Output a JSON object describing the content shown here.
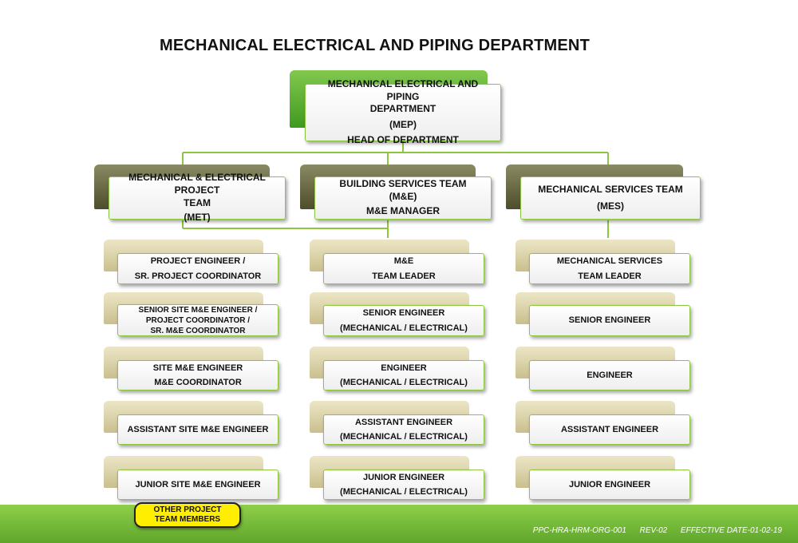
{
  "title": "MECHANICAL ELECTRICAL AND PIPING DEPARTMENT",
  "head": {
    "lines": [
      "MECHANICAL ELECTRICAL AND PIPING",
      "DEPARTMENT",
      "(MEP)",
      "HEAD OF DEPARTMENT"
    ]
  },
  "teams": [
    {
      "lines": [
        "MECHANICAL & ELECTRICAL PROJECT",
        "TEAM",
        "(MET)"
      ]
    },
    {
      "lines": [
        "BUILDING SERVICES TEAM",
        "(M&E)",
        "M&E MANAGER"
      ]
    },
    {
      "lines": [
        "MECHANICAL SERVICES TEAM",
        "(MES)"
      ]
    }
  ],
  "columns": [
    {
      "roles": [
        {
          "lines": [
            "PROJECT ENGINEER /",
            "SR. PROJECT COORDINATOR"
          ]
        },
        {
          "lines": [
            "SENIOR SITE M&E ENGINEER /",
            "PROJECT COORDINATOR /",
            "SR. M&E COORDINATOR"
          ]
        },
        {
          "lines": [
            "SITE M&E ENGINEER",
            "M&E COORDINATOR"
          ]
        },
        {
          "lines": [
            "ASSISTANT SITE M&E ENGINEER"
          ]
        },
        {
          "lines": [
            "JUNIOR SITE M&E ENGINEER"
          ]
        }
      ]
    },
    {
      "roles": [
        {
          "lines": [
            "M&E",
            "TEAM LEADER"
          ]
        },
        {
          "lines": [
            "SENIOR ENGINEER",
            "(MECHANICAL / ELECTRICAL)"
          ]
        },
        {
          "lines": [
            "ENGINEER",
            "(MECHANICAL / ELECTRICAL)"
          ]
        },
        {
          "lines": [
            "ASSISTANT ENGINEER",
            "(MECHANICAL / ELECTRICAL)"
          ]
        },
        {
          "lines": [
            "JUNIOR ENGINEER",
            "(MECHANICAL / ELECTRICAL)"
          ]
        }
      ]
    },
    {
      "roles": [
        {
          "lines": [
            "MECHANICAL SERVICES",
            "TEAM LEADER"
          ]
        },
        {
          "lines": [
            "SENIOR ENGINEER"
          ]
        },
        {
          "lines": [
            "ENGINEER"
          ]
        },
        {
          "lines": [
            "ASSISTANT ENGINEER"
          ]
        },
        {
          "lines": [
            "JUNIOR ENGINEER"
          ]
        }
      ]
    }
  ],
  "legend": {
    "lines": [
      "OTHER PROJECT",
      "TEAM MEMBERS"
    ]
  },
  "footer": {
    "doc_code": "PPC-HRA-HRM-ORG-001",
    "revision": "REV-02",
    "effective": "EFFECTIVE DATE-01-02-19"
  },
  "colors": {
    "connector": "#8cc63f",
    "head_tab": "#4da526",
    "team_tab": "#5a5a36",
    "role_tab": "#d8cfa2",
    "footer_bar": "#6db536",
    "legend_fill": "#ffee00"
  }
}
